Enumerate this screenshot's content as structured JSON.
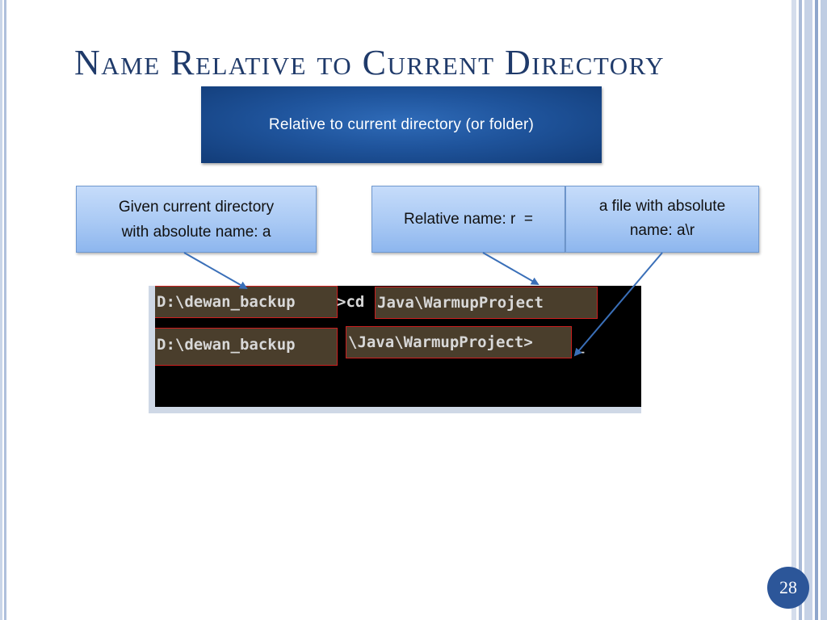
{
  "slide": {
    "title": "Name Relative to Current Directory",
    "header_box": "Relative to current directory (or folder)",
    "callouts": {
      "given_line1": "Given current directory",
      "given_line2": "with absolute name: a",
      "relative_name": "Relative name: r  =",
      "file_line1": "a file with absolute",
      "file_line2": "name: a\\r"
    },
    "terminal": {
      "line1_prompt": "D:\\dewan_backup",
      "line1_cmd": ">cd ",
      "line1_arg": "Java\\WarmupProject",
      "line2_prompt": "D:\\dewan_backup",
      "line2_path": "\\Java\\WarmupProject>",
      "cursor": "_"
    },
    "page_number": "28"
  },
  "colors": {
    "title": "#1f3a6a",
    "header_bg": "#1f549c",
    "callout_bg": "#a9c9f4",
    "arrow": "#3a6fb8",
    "highlight_border": "#cc1f1f",
    "page_badge": "#2c5699"
  }
}
